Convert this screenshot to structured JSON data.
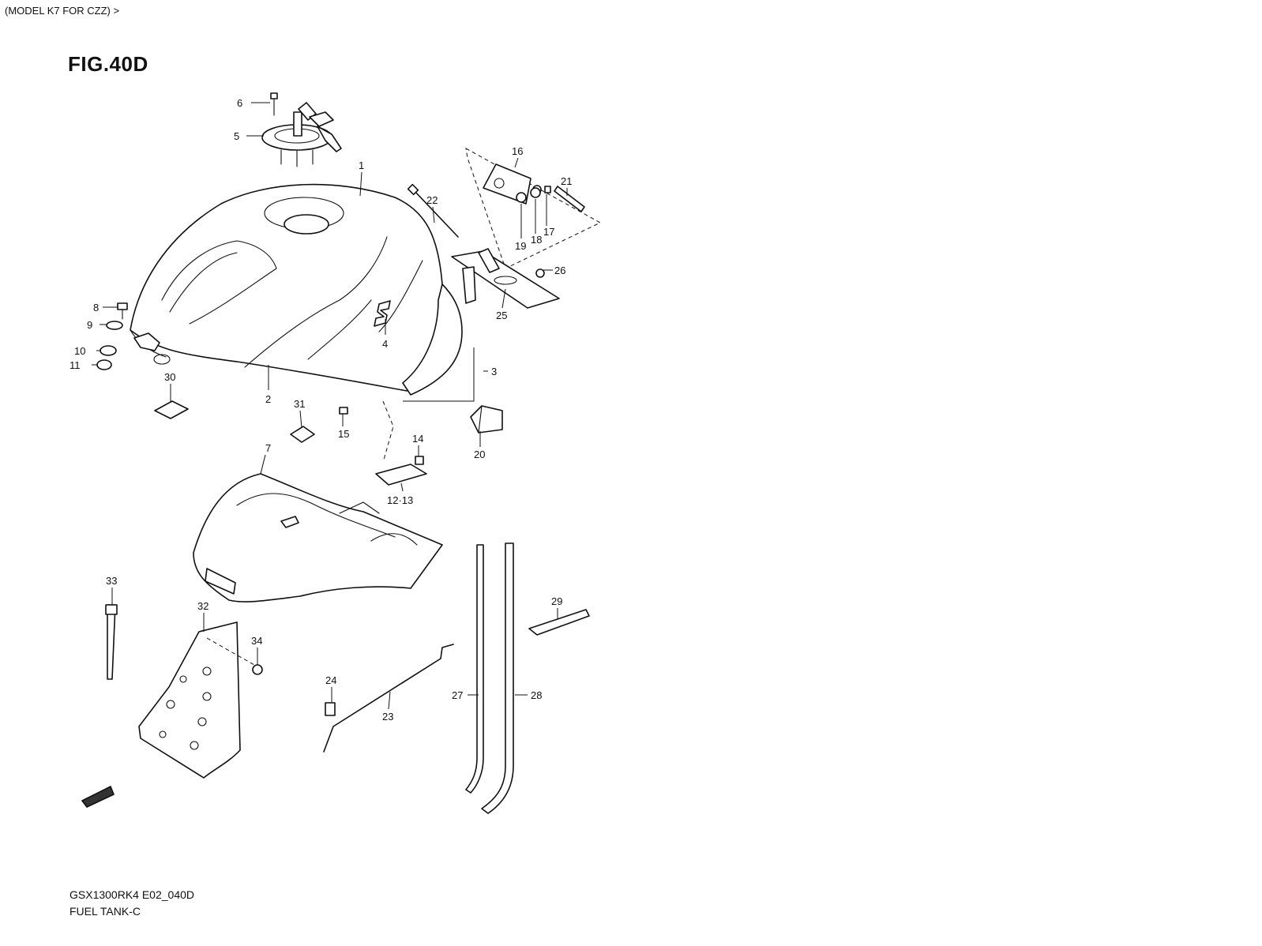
{
  "header_note": "(MODEL K7 FOR CZZ) >",
  "figure_title": "FIG.40D",
  "footer": {
    "model_code": "GSX1300RK4 E02_040D",
    "part_group": "FUEL TANK-C"
  },
  "callouts": {
    "c1": "1",
    "c2": "2",
    "c3": "3",
    "c4": "4",
    "c5": "5",
    "c6": "6",
    "c7": "7",
    "c8": "8",
    "c9": "9",
    "c10": "10",
    "c11": "11",
    "c12": "12·13",
    "c14": "14",
    "c15": "15",
    "c16": "16",
    "c17": "17",
    "c18": "18",
    "c19": "19",
    "c20": "20",
    "c21": "21",
    "c22": "22",
    "c23": "23",
    "c24": "24",
    "c25": "25",
    "c26": "26",
    "c27": "27",
    "c28": "28",
    "c29": "29",
    "c30": "30",
    "c31": "31",
    "c32": "32",
    "c33": "33",
    "c34": "34"
  }
}
